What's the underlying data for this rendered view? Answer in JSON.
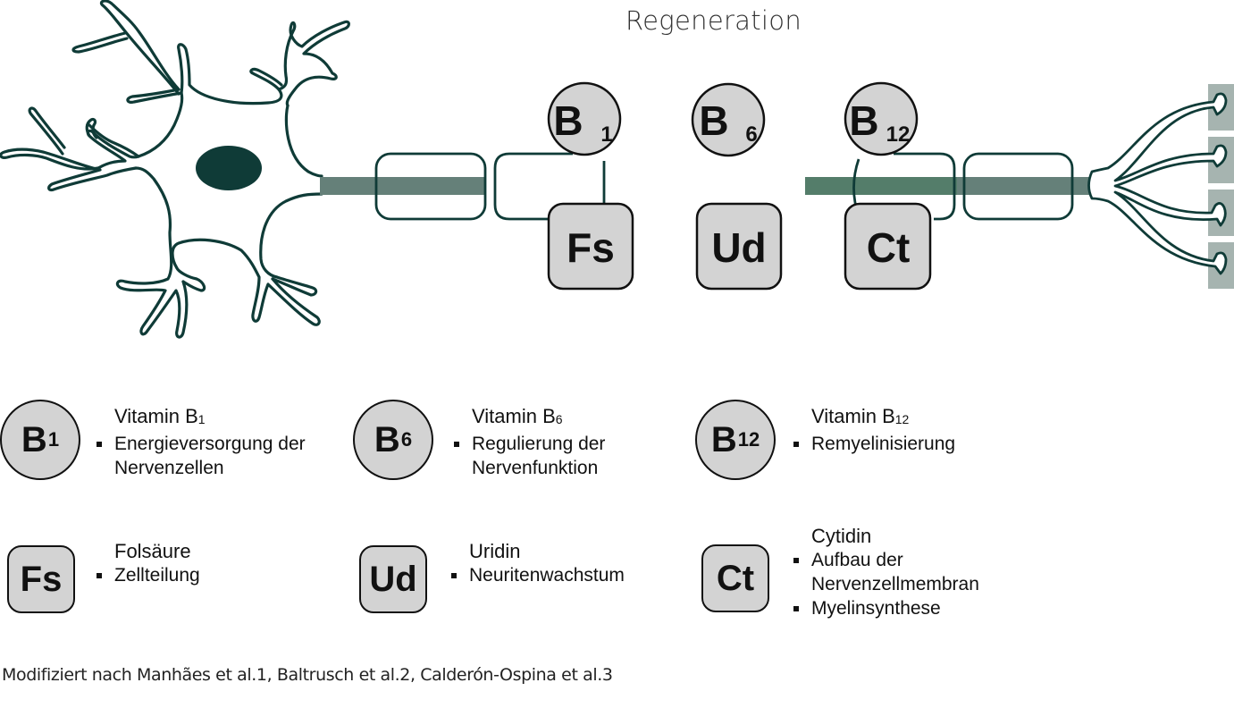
{
  "diagram": {
    "title": "Regeneration",
    "colors": {
      "outline": "#0f3b37",
      "nucleus": "#0f3b37",
      "axon_core": "#658079",
      "axon_core_green": "#547d6a",
      "badge_fill": "#d3d3d3",
      "terminal_block": "#a6b4b0"
    },
    "nutrient_badges": [
      {
        "id": "B1",
        "base": "B",
        "sub": "1",
        "shape": "circle"
      },
      {
        "id": "B6",
        "base": "B",
        "sub": "6",
        "shape": "circle"
      },
      {
        "id": "B12",
        "base": "B",
        "sub": "12",
        "shape": "circle"
      },
      {
        "id": "Fs",
        "base": "Fs",
        "sub": "",
        "shape": "rounded-square"
      },
      {
        "id": "Ud",
        "base": "Ud",
        "sub": "",
        "shape": "rounded-square"
      },
      {
        "id": "Ct",
        "base": "Ct",
        "sub": "",
        "shape": "rounded-square"
      }
    ]
  },
  "legend": [
    {
      "badge": "B",
      "badge_sub": "1",
      "shape": "circle",
      "title": "Vitamin B",
      "title_sub": "1",
      "points": [
        "Energieversorgung der Nervenzellen"
      ]
    },
    {
      "badge": "B",
      "badge_sub": "6",
      "shape": "circle",
      "title": "Vitamin B",
      "title_sub": "6",
      "points": [
        "Regulierung der Nervenfunktion"
      ]
    },
    {
      "badge": "B",
      "badge_sub": "12",
      "shape": "circle",
      "title": "Vitamin B",
      "title_sub": "12",
      "points": [
        "Remyelinisierung"
      ]
    },
    {
      "badge": "Fs",
      "badge_sub": "",
      "shape": "rounded",
      "title": "Folsäure",
      "title_sub": "",
      "points": [
        "Zellteilung"
      ]
    },
    {
      "badge": "Ud",
      "badge_sub": "",
      "shape": "rounded",
      "title": "Uridin",
      "title_sub": "",
      "points": [
        "Neuritenwachstum"
      ]
    },
    {
      "badge": "Ct",
      "badge_sub": "",
      "shape": "rounded",
      "title": "Cytidin",
      "title_sub": "",
      "points": [
        "Aufbau der Nervenzellmembran",
        "Myelinsynthese"
      ]
    }
  ],
  "footer": "Modifiziert nach Manhães et al.1, Baltrusch et al.2, Calderón-Ospina et al.3"
}
